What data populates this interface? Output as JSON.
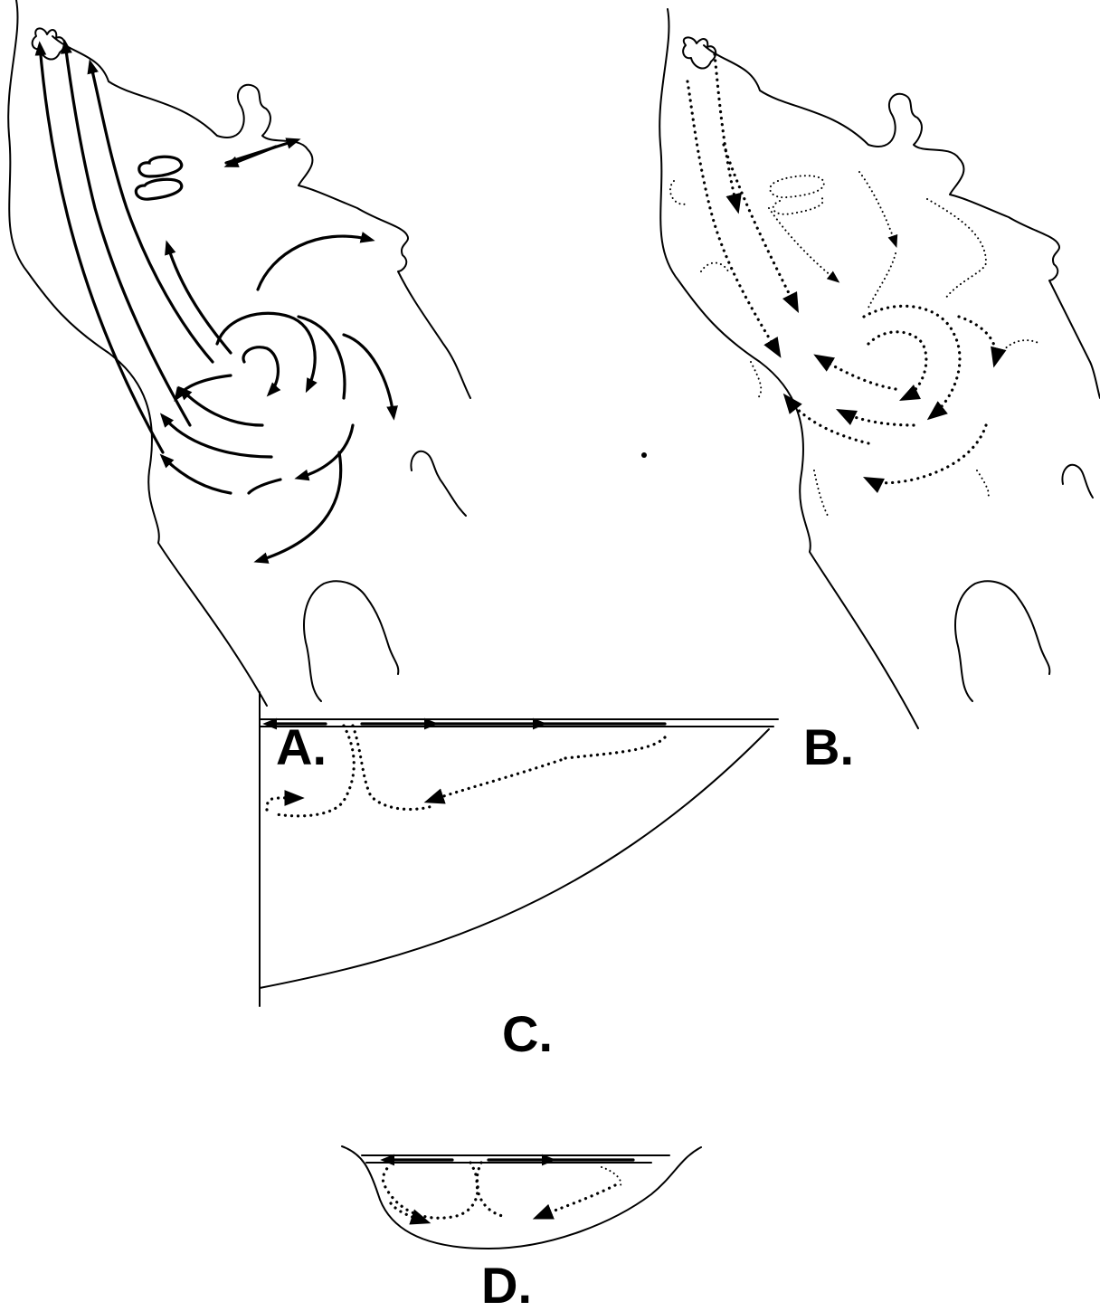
{
  "panels": [
    {
      "id": "A",
      "label": "A."
    },
    {
      "id": "B",
      "label": "B."
    },
    {
      "id": "C",
      "label": "C."
    },
    {
      "id": "D",
      "label": "D."
    }
  ]
}
